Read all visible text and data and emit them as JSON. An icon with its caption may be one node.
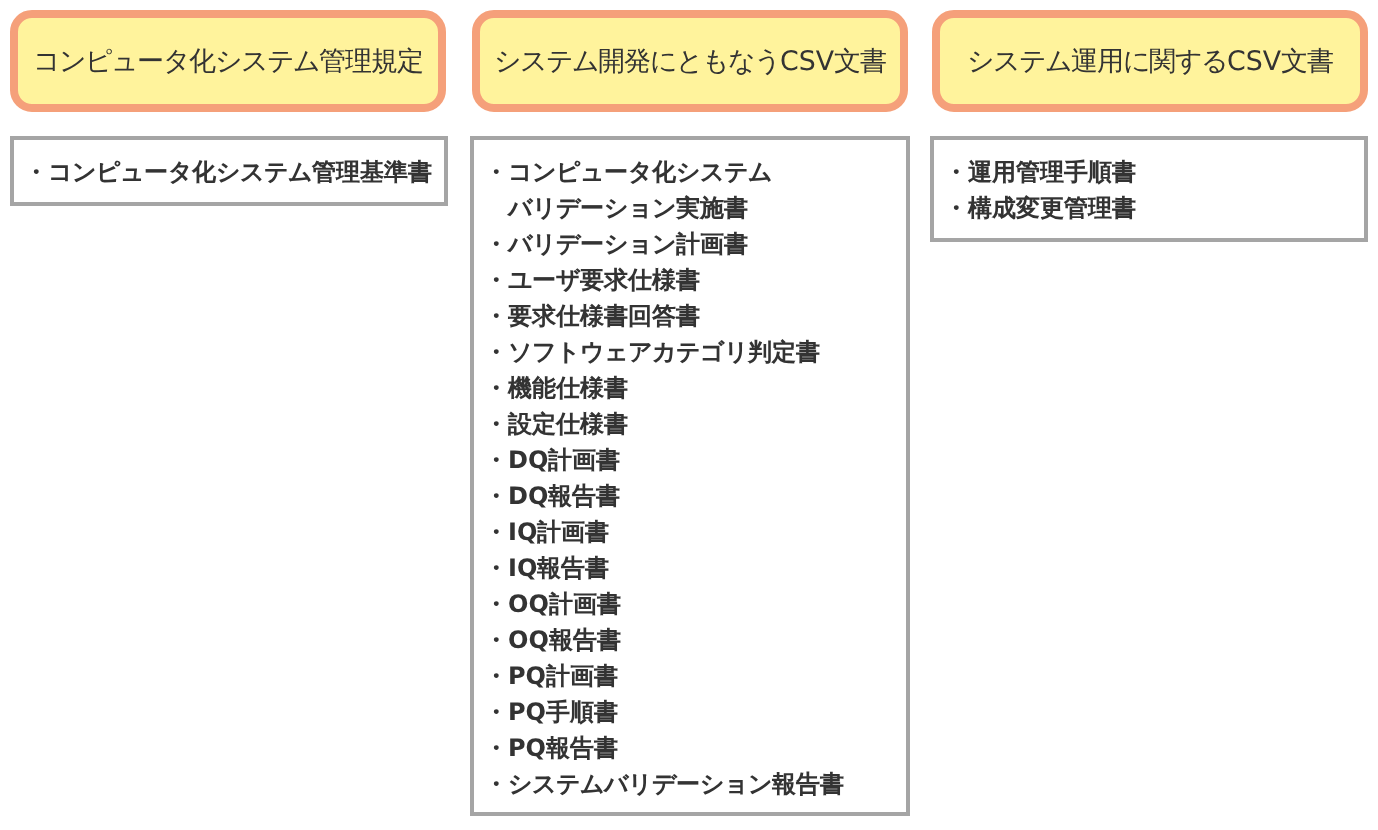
{
  "diagram": {
    "nodes": [
      {
        "text": [
          "コンピュータ化システム管理規定"
        ]
      },
      {
        "text": [
          "システム開発にともなうCSV文書"
        ]
      },
      {
        "text": [
          "システム運用に関するCSV文書"
        ]
      },
      {
        "text": [
          "・コンピュータ化システム管理基準書"
        ]
      },
      {
        "text": [
          "・コンピュータ化システムバリデーション実施書",
          "・バリデーション計画書",
          "・ユーザ要求仕様書",
          "・要求仕様書回答書",
          "・ソフトウェアカテゴリ判定書",
          "・機能仕様書",
          "・設定仕様書",
          "・DQ計画書",
          "・DQ報告書",
          "・IQ計画書",
          "・IQ報告書",
          "・OQ計画書",
          "・OQ報告書",
          "・PQ計画書",
          "・PQ手順書",
          "・PQ報告書",
          "・システムバリデーション報告書"
        ]
      },
      {
        "text": [
          "・運用管理手順書",
          "・構成変更管理書"
        ]
      }
    ]
  }
}
